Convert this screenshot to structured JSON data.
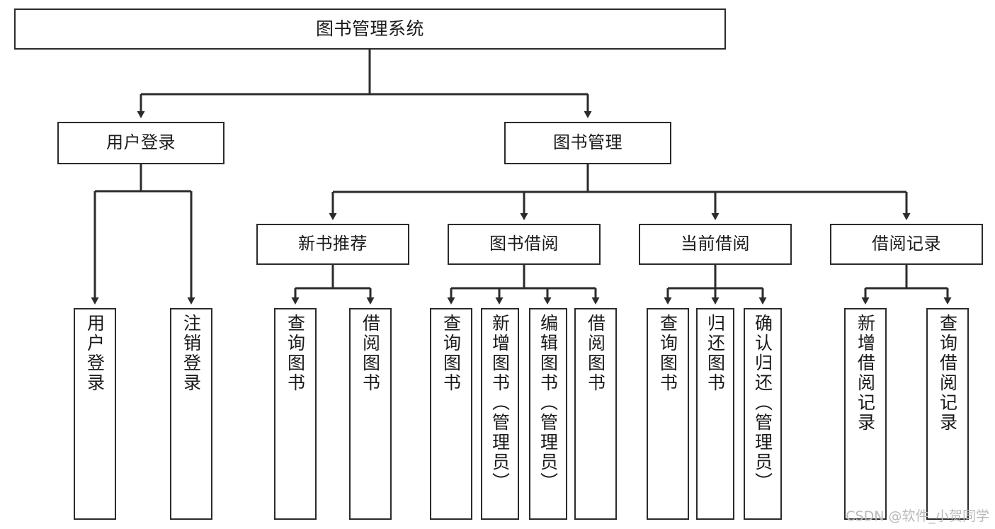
{
  "diagram": {
    "title": "图书管理系统",
    "watermark": "CSDN @软件_小贺同学",
    "colors": {
      "stroke": "#2b2b2b",
      "background": "#ffffff",
      "text": "#1a1a1a",
      "watermark": "#b9b9b9"
    },
    "nodes": {
      "root": {
        "label": "图书管理系统"
      },
      "level2": [
        {
          "label": "用户登录"
        },
        {
          "label": "图书管理"
        }
      ],
      "level3": [
        {
          "label": "新书推荐"
        },
        {
          "label": "图书借阅"
        },
        {
          "label": "当前借阅"
        },
        {
          "label": "借阅记录"
        }
      ],
      "leaves": {
        "user_login": [
          {
            "label": "用户登录"
          },
          {
            "label": "注销登录"
          }
        ],
        "new_book_recommend": [
          {
            "label": "查询图书"
          },
          {
            "label": "借阅图书"
          }
        ],
        "book_borrow": [
          {
            "label": "查询图书"
          },
          {
            "label": "新增图书（管理员）"
          },
          {
            "label": "编辑图书（管理员）"
          },
          {
            "label": "借阅图书"
          }
        ],
        "current_borrow": [
          {
            "label": "查询图书"
          },
          {
            "label": "归还图书"
          },
          {
            "label": "确认归还（管理员）"
          }
        ],
        "borrow_record": [
          {
            "label": "新增借阅记录"
          },
          {
            "label": "查询借阅记录"
          }
        ]
      }
    }
  }
}
